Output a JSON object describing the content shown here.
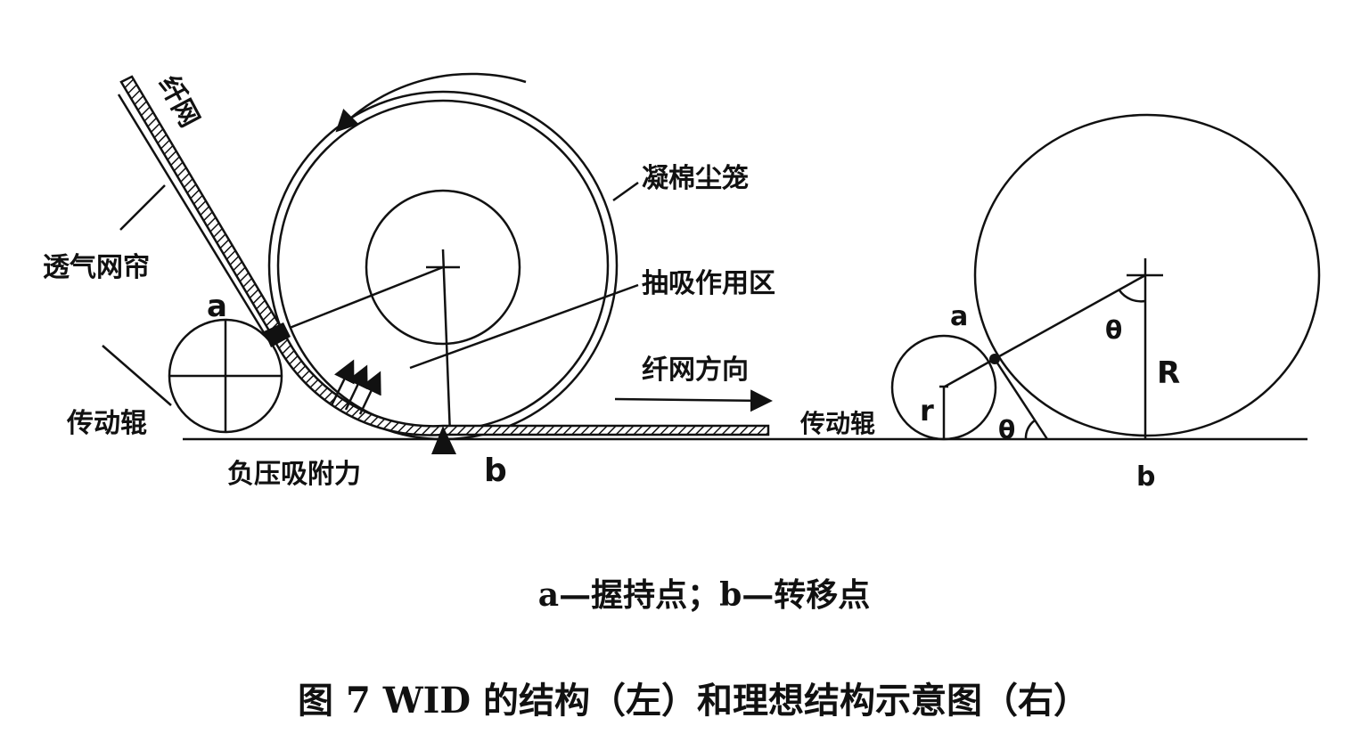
{
  "left_diagram": {
    "web_label": "纤网",
    "screen_label": "透气网帘",
    "point_a": "a",
    "roller_label": "传动辊",
    "suction_force_label": "负压吸附力",
    "point_b": "b",
    "cage_label": "凝棉尘笼",
    "suction_zone_label": "抽吸作用区",
    "web_direction_label": "纤网方向"
  },
  "right_diagram": {
    "roller_label": "传动辊",
    "point_a": "a",
    "angle_top": "θ",
    "big_radius": "R",
    "small_radius": "r",
    "angle_bottom": "θ",
    "point_b": "b"
  },
  "legend_line": "a—握持点；b—转移点",
  "figure_caption": "图 7 WID 的结构（左）和理想结构示意图（右）"
}
